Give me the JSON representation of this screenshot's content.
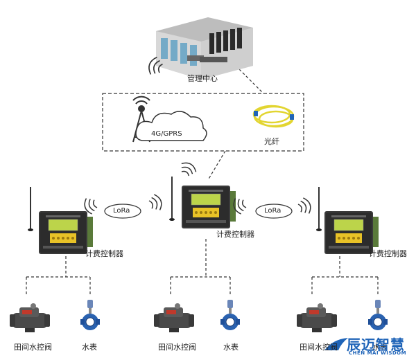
{
  "labels": {
    "management_center": "管理中心",
    "network_4g": "4G/GPRS",
    "fiber": "光纤",
    "lora_left": "LoRa",
    "lora_right": "LoRa",
    "controller_center": "计费控制器",
    "controller_left": "计费控制器",
    "controller_right": "计费控制器",
    "valve_left": "田间水控阀",
    "meter_left": "水表",
    "valve_center": "田间水控阀",
    "meter_center": "水表",
    "valve_right": "田间水控阀",
    "meter_right": "水表"
  },
  "brand": {
    "name": "辰迈智慧",
    "subtitle": "CHEN MAI WISDOM",
    "color": "#1f64b8"
  },
  "icons": {
    "server_room": "server-room-icon",
    "tower": "cell-tower-icon",
    "cloud": "cloud-icon",
    "fiber": "fiber-cable-icon",
    "controller": "controller-device-icon",
    "valve": "valve-icon",
    "meter": "water-meter-icon",
    "signal": "signal-waves-icon"
  },
  "colors": {
    "line": "#333333",
    "device_body": "#3a3a3a",
    "screen": "#bcd44a",
    "keypad": "#e8c227",
    "fiber": "#e2d531",
    "meter_blue": "#2a62b0",
    "valve_red": "#c0392b",
    "room_wall": "#d8d8d8"
  }
}
